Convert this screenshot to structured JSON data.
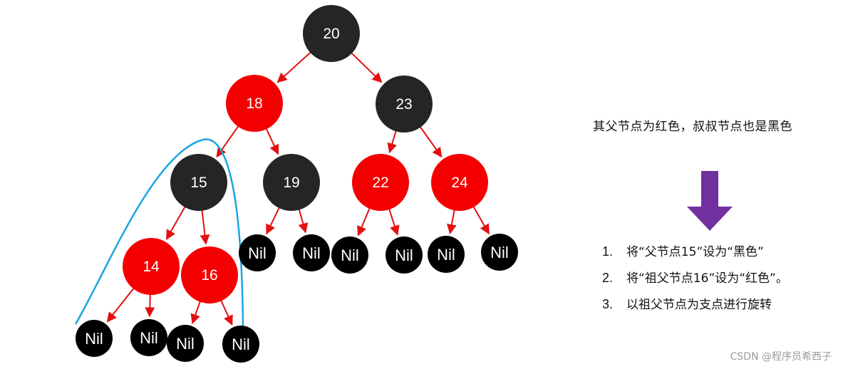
{
  "colors": {
    "black_node": "#252525",
    "red_node": "#f50000",
    "nil_node": "#000000",
    "edge": "#e21010",
    "highlight_curve": "#1aa5e0",
    "arrow": "#7030a0"
  },
  "tree": {
    "nodes": [
      {
        "id": "n20",
        "label": "20",
        "color": "black"
      },
      {
        "id": "n18",
        "label": "18",
        "color": "red"
      },
      {
        "id": "n23",
        "label": "23",
        "color": "black"
      },
      {
        "id": "n15",
        "label": "15",
        "color": "black"
      },
      {
        "id": "n19",
        "label": "19",
        "color": "black"
      },
      {
        "id": "n22",
        "label": "22",
        "color": "red"
      },
      {
        "id": "n24",
        "label": "24",
        "color": "red"
      },
      {
        "id": "n14",
        "label": "14",
        "color": "red"
      },
      {
        "id": "n16",
        "label": "16",
        "color": "red"
      }
    ],
    "nil_label": "Nil",
    "edges": [
      [
        "n20",
        "n18"
      ],
      [
        "n20",
        "n23"
      ],
      [
        "n18",
        "n15"
      ],
      [
        "n18",
        "n19"
      ],
      [
        "n23",
        "n22"
      ],
      [
        "n23",
        "n24"
      ],
      [
        "n15",
        "n14"
      ],
      [
        "n15",
        "n16"
      ],
      [
        "n19",
        "nil19a"
      ],
      [
        "n19",
        "nil19b"
      ],
      [
        "n22",
        "nil22a"
      ],
      [
        "n22",
        "nil22b"
      ],
      [
        "n24",
        "nil24a"
      ],
      [
        "n24",
        "nil24b"
      ],
      [
        "n14",
        "nil14a"
      ],
      [
        "n14",
        "nil14b"
      ],
      [
        "n16",
        "nil16a"
      ],
      [
        "n16",
        "nil16b"
      ]
    ]
  },
  "description": "其父节点为红色，叔叔节点也是黑色",
  "steps": [
    {
      "num": "1.",
      "text": "将“父节点15”设为“黑色”"
    },
    {
      "num": "2.",
      "text": "将“祖父节点16”设为“红色”。"
    },
    {
      "num": "3.",
      "text": "以祖父节点为支点进行旋转"
    }
  ],
  "watermark": "CSDN @程序员希西子"
}
